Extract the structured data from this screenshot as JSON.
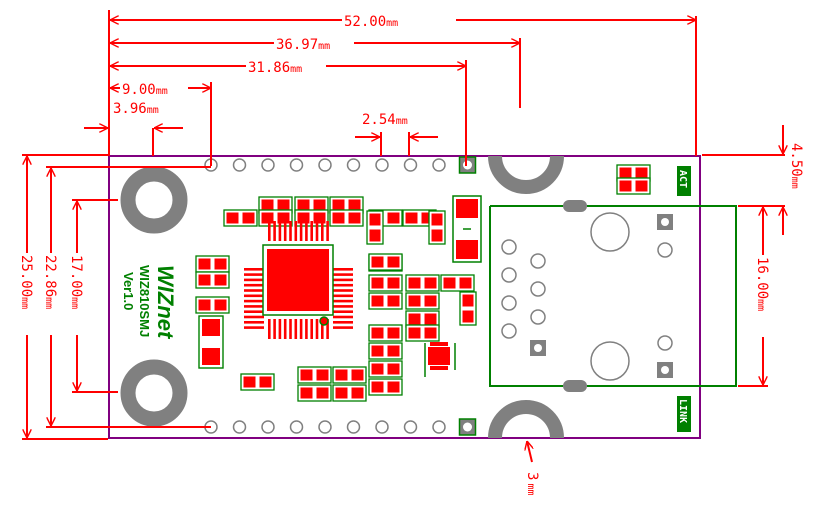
{
  "diagram": {
    "title": "WIZ810SMJ board mechanical drawing",
    "units": "mm",
    "colors": {
      "dimension": "#ff0000",
      "board_outline": "#800080",
      "silkscreen": "#008000",
      "pad": "#ff0000",
      "hole": "#808080"
    },
    "dimensions": {
      "overall_width": "52.00",
      "width_to_rj45_notch": "36.97",
      "width_to_pin1": "31.86",
      "hole_x": "3.96",
      "pin_start_x": "9.00",
      "pin_pitch": "2.54",
      "overall_height": "25.00",
      "pin_row_spacing": "22.86",
      "hole_spacing": "17.00",
      "rj45_offset": "4.50",
      "rj45_width": "16.00",
      "notch_radius": "3"
    },
    "unit_suffix": "mm",
    "silkscreen": {
      "brand": "WIZnet",
      "model": "WIZ810SMJ",
      "version": "Ver1.0",
      "led_act": "ACT",
      "led_link": "LINK"
    },
    "header": {
      "pins_per_row": 10,
      "rows": 2
    }
  }
}
